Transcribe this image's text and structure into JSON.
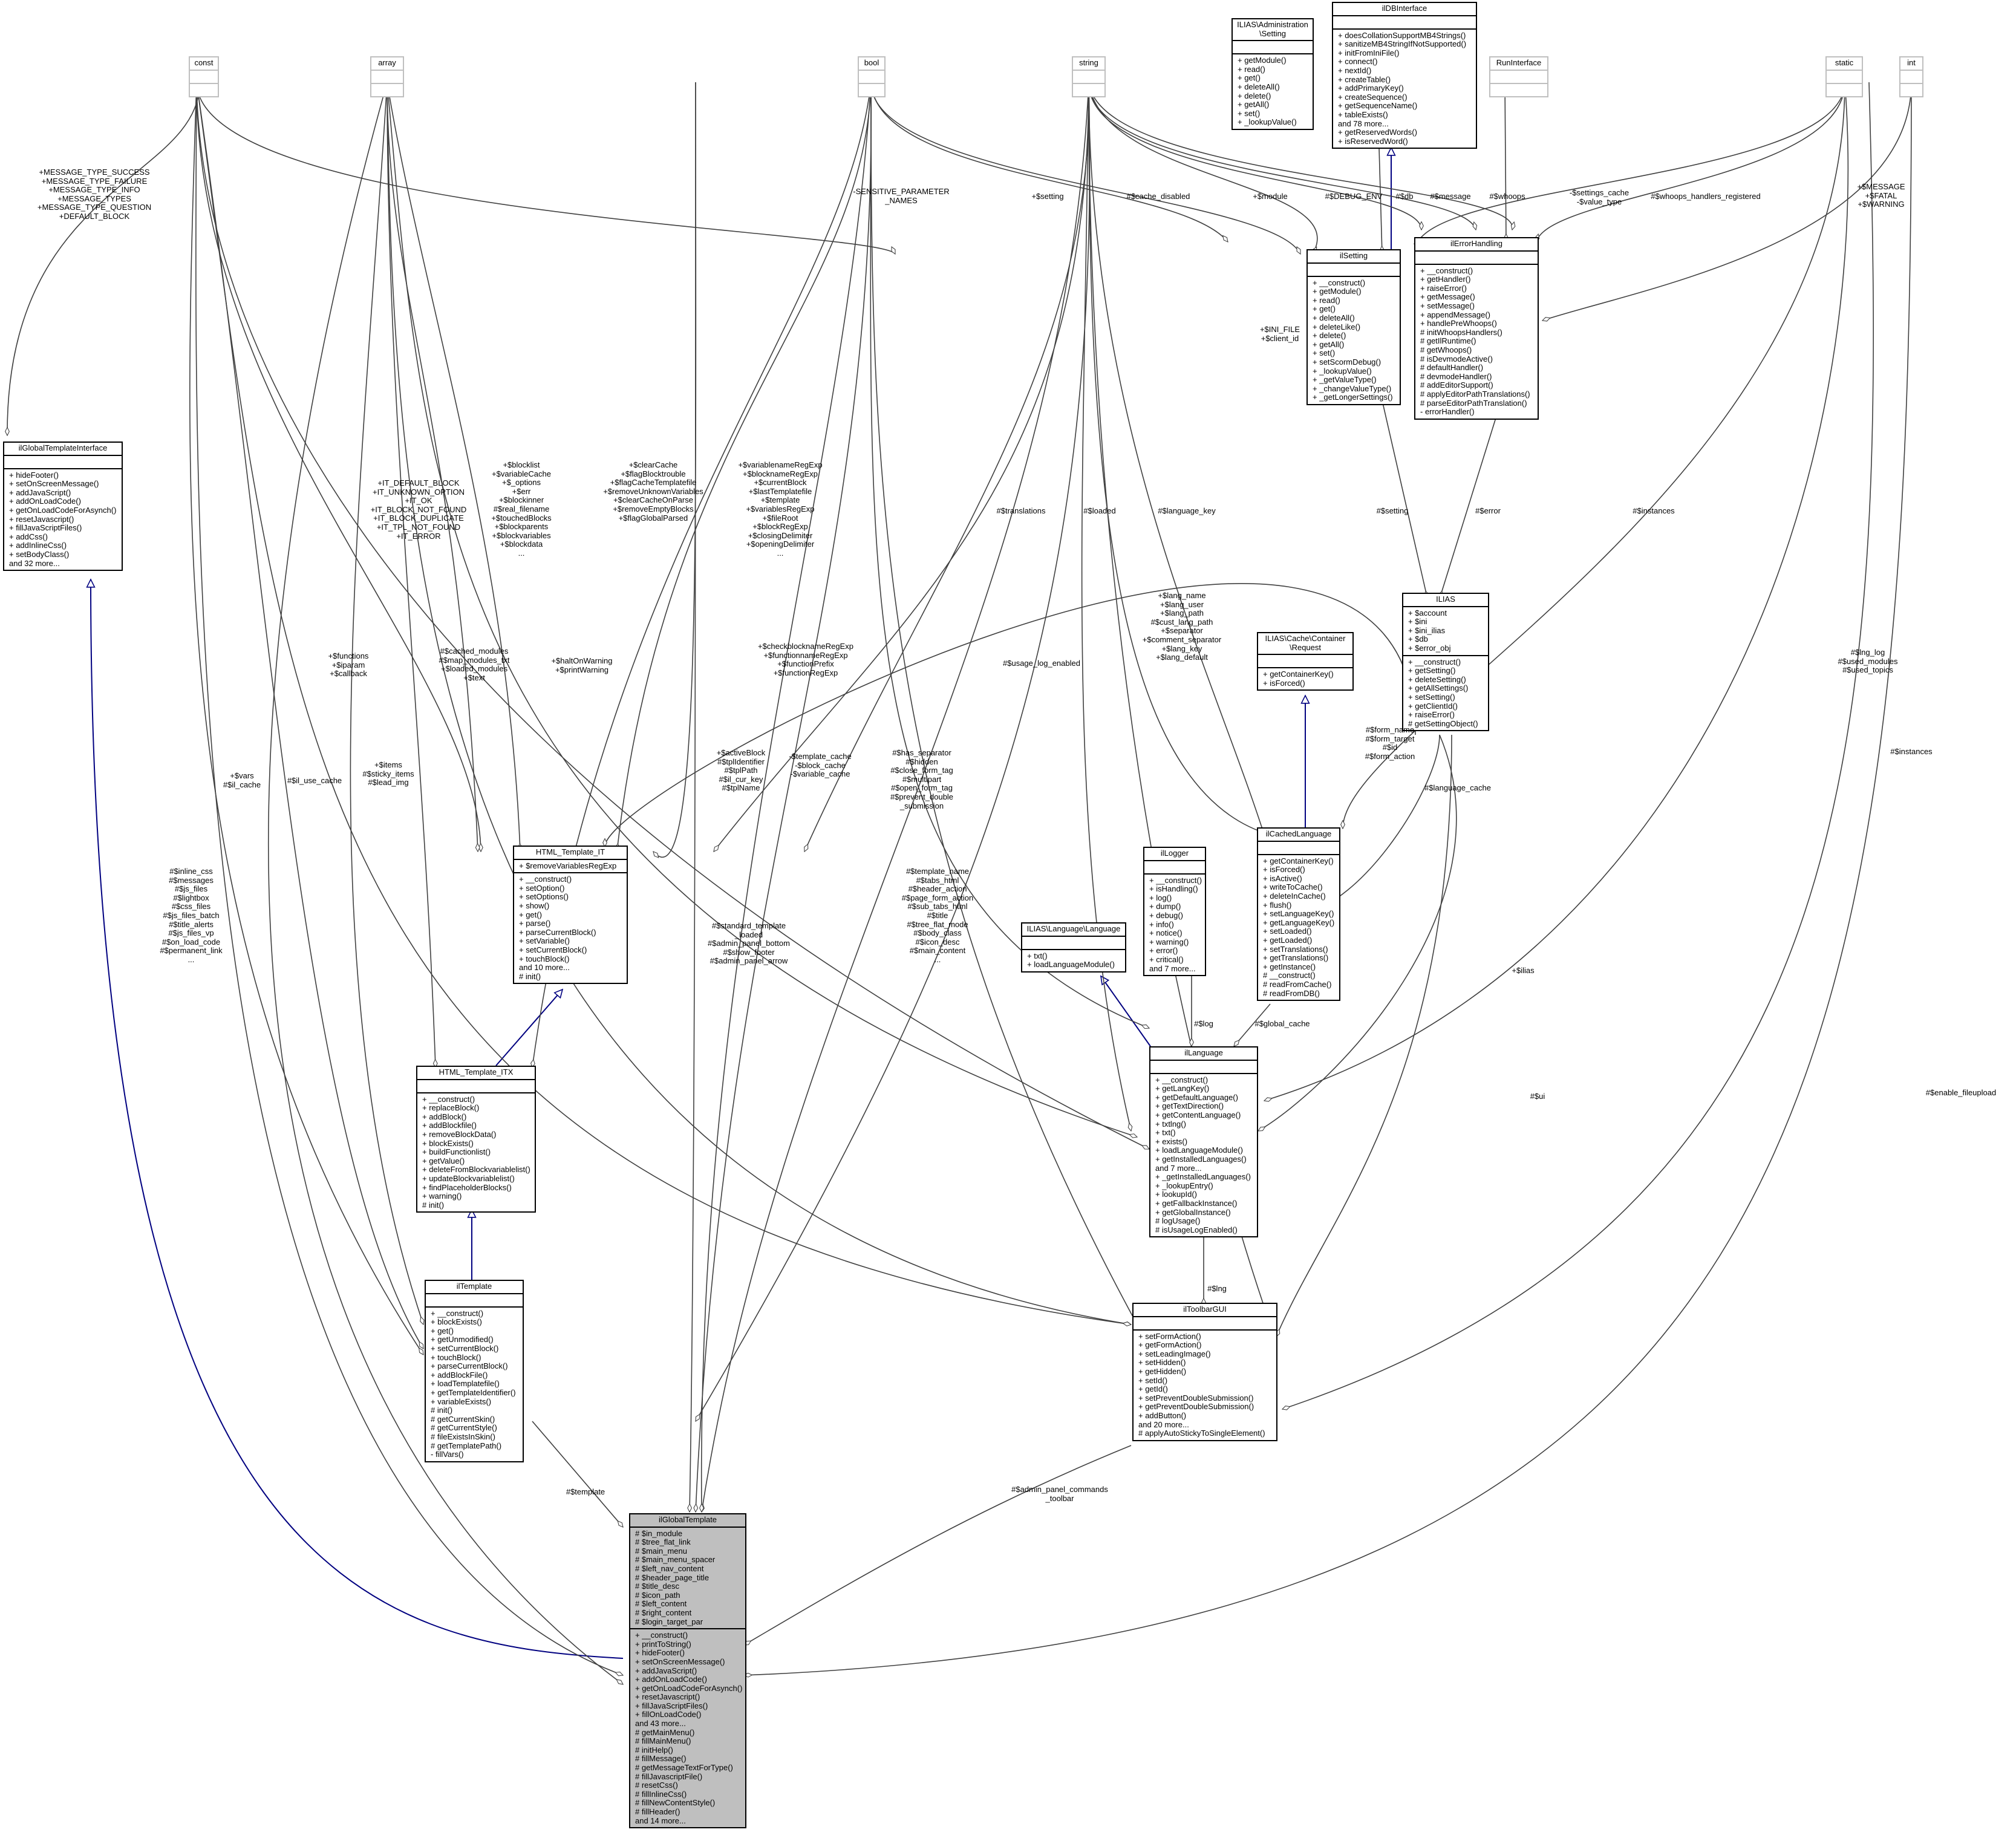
{
  "classes": {
    "ilGlobalTemplateInterface": {
      "title": "ilGlobalTemplateInterface",
      "attrs": [],
      "ops": [
        "+ hideFooter()",
        "+ setOnScreenMessage()",
        "+ addJavaScript()",
        "+ addOnLoadCode()",
        "+ getOnLoadCodeForAsynch()",
        "+ resetJavascript()",
        "+ fillJavaScriptFiles()",
        "+ addCss()",
        "+ addInlineCss()",
        "+ setBodyClass()",
        "and 32 more..."
      ]
    },
    "const": {
      "title": "const",
      "attrs": [],
      "ops": []
    },
    "array": {
      "title": "array",
      "attrs": [],
      "ops": []
    },
    "bool": {
      "title": "bool",
      "attrs": [],
      "ops": []
    },
    "string": {
      "title": "string",
      "attrs": [],
      "ops": []
    },
    "AdminSetting": {
      "title": "ILIAS\\Administration\n\\Setting",
      "attrs": [],
      "ops": [
        "+ getModule()",
        "+ read()",
        "+ get()",
        "+ deleteAll()",
        "+ delete()",
        "+ getAll()",
        "+ set()",
        "+ _lookupValue()"
      ]
    },
    "ilDBInterface": {
      "title": "ilDBInterface",
      "attrs": [],
      "ops": [
        "+ doesCollationSupportMB4Strings()",
        "+ sanitizeMB4StringIfNotSupported()",
        "+ initFromIniFile()",
        "+ connect()",
        "+ nextId()",
        "+ createTable()",
        "+ addPrimaryKey()",
        "+ createSequence()",
        "+ getSequenceName()",
        "+ tableExists()",
        "and 78 more...",
        "+ getReservedWords()",
        "+ isReservedWord()"
      ]
    },
    "RunInterface": {
      "title": "RunInterface",
      "attrs": [],
      "ops": []
    },
    "static": {
      "title": "static",
      "attrs": [],
      "ops": []
    },
    "int": {
      "title": "int",
      "attrs": [],
      "ops": []
    },
    "ilSetting": {
      "title": "ilSetting",
      "attrs": [],
      "ops": [
        "+ __construct()",
        "+ getModule()",
        "+ read()",
        "+ get()",
        "+ deleteAll()",
        "+ deleteLike()",
        "+ delete()",
        "+ getAll()",
        "+ set()",
        "+ setScormDebug()",
        "+ _lookupValue()",
        "+ _getValueType()",
        "+ _changeValueType()",
        "+ _getLongerSettings()"
      ]
    },
    "ilErrorHandling": {
      "title": "ilErrorHandling",
      "attrs": [],
      "ops": [
        "+ __construct()",
        "+ getHandler()",
        "+ raiseError()",
        "+ getMessage()",
        "+ setMessage()",
        "+ appendMessage()",
        "+ handlePreWhoops()",
        "# initWhoopsHandlers()",
        "# getIlRuntime()",
        "# getWhoops()",
        "# isDevmodeActive()",
        "# defaultHandler()",
        "# devmodeHandler()",
        "# addEditorSupport()",
        "# applyEditorPathTranslations()",
        "# parseEditorPathTranslation()",
        "- errorHandler()"
      ]
    },
    "ILIAS": {
      "title": "ILIAS",
      "attrs": [
        "+ $account",
        "+ $ini",
        "+ $ini_ilias",
        "+ $db",
        "+ $error_obj"
      ],
      "ops": [
        "+ __construct()",
        "+ getSetting()",
        "+ deleteSetting()",
        "+ getAllSettings()",
        "+ setSetting()",
        "+ getClientId()",
        "+ raiseError()",
        "# getSettingObject()"
      ]
    },
    "CacheRequest": {
      "title": "ILIAS\\Cache\\Container\n\\Request",
      "attrs": [],
      "ops": [
        "+ getContainerKey()",
        "+ isForced()"
      ]
    },
    "HTML_Template_IT": {
      "title": "HTML_Template_IT",
      "attrs": [
        "+ $removeVariablesRegExp"
      ],
      "ops": [
        "+ __construct()",
        "+ setOption()",
        "+ setOptions()",
        "+ show()",
        "+ get()",
        "+ parse()",
        "+ parseCurrentBlock()",
        "+ setVariable()",
        "+ setCurrentBlock()",
        "+ touchBlock()",
        "and 10 more...",
        "# init()"
      ]
    },
    "ilCachedLanguage": {
      "title": "ilCachedLanguage",
      "attrs": [],
      "ops": [
        "+ getContainerKey()",
        "+ isForced()",
        "+ isActive()",
        "+ writeToCache()",
        "+ deleteInCache()",
        "+ flush()",
        "+ setLanguageKey()",
        "+ getLanguageKey()",
        "+ setLoaded()",
        "+ getLoaded()",
        "+ setTranslations()",
        "+ getTranslations()",
        "+ getInstance()",
        "# __construct()",
        "# readFromCache()",
        "# readFromDB()"
      ]
    },
    "ilLogger": {
      "title": "ilLogger",
      "attrs": [],
      "ops": [
        "+ __construct()",
        "+ isHandling()",
        "+ log()",
        "+ dump()",
        "+ debug()",
        "+ info()",
        "+ notice()",
        "+ warning()",
        "+ error()",
        "+ critical()",
        "and 7 more..."
      ]
    },
    "LanguageIface": {
      "title": "ILIAS\\Language\\Language",
      "attrs": [],
      "ops": [
        "+ txt()",
        "+ loadLanguageModule()"
      ]
    },
    "HTML_Template_ITX": {
      "title": "HTML_Template_ITX",
      "attrs": [],
      "ops": [
        "+ __construct()",
        "+ replaceBlock()",
        "+ addBlock()",
        "+ addBlockfile()",
        "+ removeBlockData()",
        "+ blockExists()",
        "+ buildFunctionlist()",
        "+ getValue()",
        "+ deleteFromBlockvariablelist()",
        "+ updateBlockvariablelist()",
        "+ findPlaceholderBlocks()",
        "+ warning()",
        "# init()"
      ]
    },
    "ilLanguage": {
      "title": "ilLanguage",
      "attrs": [],
      "ops": [
        "+ __construct()",
        "+ getLangKey()",
        "+ getDefaultLanguage()",
        "+ getTextDirection()",
        "+ getContentLanguage()",
        "+ txtlng()",
        "+ txt()",
        "+ exists()",
        "+ loadLanguageModule()",
        "+ getInstalledLanguages()",
        "and 7 more...",
        "+ _getInstalledLanguages()",
        "+ _lookupEntry()",
        "+ lookupId()",
        "+ getFallbackInstance()",
        "+ getGlobalInstance()",
        "# logUsage()",
        "# isUsageLogEnabled()"
      ]
    },
    "ilTemplate": {
      "title": "ilTemplate",
      "attrs": [],
      "ops": [
        "+ __construct()",
        "+ blockExists()",
        "+ get()",
        "+ getUnmodified()",
        "+ setCurrentBlock()",
        "+ touchBlock()",
        "+ parseCurrentBlock()",
        "+ addBlockFile()",
        "+ loadTemplatefile()",
        "+ getTemplateIdentifier()",
        "+ variableExists()",
        "# init()",
        "# getCurrentSkin()",
        "# getCurrentStyle()",
        "# fileExistsInSkin()",
        "# getTemplatePath()",
        "- fillVars()"
      ]
    },
    "ilToolbarGUI": {
      "title": "ilToolbarGUI",
      "attrs": [],
      "ops": [
        "+ setFormAction()",
        "+ getFormAction()",
        "+ setLeadingImage()",
        "+ setHidden()",
        "+ getHidden()",
        "+ setId()",
        "+ getId()",
        "+ setPreventDoubleSubmission()",
        "+ getPreventDoubleSubmission()",
        "+ addButton()",
        "and 20 more...",
        "# applyAutoStickyToSingleElement()"
      ]
    },
    "ilGlobalTemplate": {
      "title": "ilGlobalTemplate",
      "attrs": [
        "# $in_module",
        "# $tree_flat_link",
        "# $main_menu",
        "# $main_menu_spacer",
        "# $left_nav_content",
        "# $header_page_title",
        "# $title_desc",
        "# $icon_path",
        "# $left_content",
        "# $right_content",
        "# $login_target_par"
      ],
      "ops": [
        "+ __construct()",
        "+ printToString()",
        "+ hideFooter()",
        "+ setOnScreenMessage()",
        "+ addJavaScript()",
        "+ addOnLoadCode()",
        "+ getOnLoadCodeForAsynch()",
        "+ resetJavascript()",
        "+ fillJavaScriptFiles()",
        "+ fillOnLoadCode()",
        "and 43 more...",
        "# getMainMenu()",
        "# fillMainMenu()",
        "# initHelp()",
        "# fillMessage()",
        "# getMessageTextForType()",
        "# fillJavascriptFile()",
        "# resetCss()",
        "# fillInlineCss()",
        "# fillNewContentStyle()",
        "# fillHeader()",
        "and 14 more..."
      ]
    }
  },
  "edge_labels": {
    "const_tpl_iface": "+MESSAGE_TYPE_SUCCESS\n+MESSAGE_TYPE_FAILURE\n+MESSAGE_TYPE_INFO\n+MESSAGE_TYPES\n+MESSAGE_TYPE_QUESTION\n+DEFAULT_BLOCK",
    "const_it": "+IT_DEFAULT_BLOCK\n+IT_UNKNOWN_OPTION\n+IT_OK\n+IT_BLOCK_NOT_FOUND\n+IT_BLOCK_DUPLICATE\n+IT_TPL_NOT_FOUND\n+IT_ERROR",
    "array_it": "+$blocklist\n+$variableCache\n+$_options\n+$err\n+$blockinner\n#$real_filename\n+$touchedBlocks\n+$blockparents\n+$blockvariables\n+$blockdata\n...",
    "bool_it": "+$clearCache\n+$flagBlocktrouble\n+$flagCacheTemplatefile\n+$removeUnknownVariables\n+$clearCacheOnParse\n+$removeEmptyBlocks\n+$flagGlobalParsed",
    "string_it": "+$variablenameRegExp\n+$blocknameRegExp\n+$currentBlock\n+$lastTemplatefile\n+$template\n+$variablesRegExp\n+$fileRoot\n+$blockRegExp\n+$closingDelimiter\n+$openingDelimiter\n...",
    "sensitive": "-SENSITIVE_PARAMETER\n_NAMES",
    "setting": "+$setting",
    "cache_disabled": "#$cache_disabled",
    "module": "+$module",
    "debug_env": "#$DEBUG_ENV",
    "db": "#$db",
    "message": "#$message",
    "whoops": "#$whoops",
    "settings_cache": "-$settings_cache\n-$value_type",
    "whoops_reg": "#$whoops_handlers_registered",
    "fatal": "+$MESSAGE\n+$FATAL\n+$WARNING",
    "ini_file": "+$INI_FILE\n+$client_id",
    "itx_functions": "+$functions\n+$iparam\n+$callback",
    "itx_cached": "#$cached_modules\n#$map_modules_txt\n+$loaded_modules\n+$text",
    "itx_halt": "+$haltOnWarning\n+$printWarning",
    "itx_check": "+$checkblocknameRegExp\n+$functionnameRegExp\n+$functionPrefix\n+$functionRegExp",
    "translations": "#$translations",
    "loaded": "#$loaded",
    "language_key": "#$language_key",
    "setting2": "#$setting",
    "error": "#$error",
    "instances1": "#$instances",
    "lang_fields": "+$lang_name\n+$lang_user\n+$lang_path\n#$cust_lang_path\n+$separator\n+$comment_separator\n+$lang_key\n+$lang_default",
    "usage_log": "#$usage_log_enabled",
    "lng_log": "#$lng_log\n#$used_modules\n#$used_topics",
    "instances2": "#$instances",
    "form_name": "#$form_name\n#$form_target\n#$id\n#$form_action",
    "language_cache": "#$language_cache",
    "active_block": "+$activeBlock\n#$tplIdentifier\n#$tplPath\n#$il_cur_key\n#$tplName",
    "template_cache": "-$template_cache\n-$block_cache\n-$variable_cache",
    "has_separator": "#$has_separator\n#$hidden\n#$close_form_tag\n#$multipart\n#$open_form_tag\n#$prevent_double\n_submission",
    "vars": "+$vars\n#$il_cache",
    "il_use_cache": "#$il_use_cache",
    "items": "+$items\n#$sticky_items\n#$lead_img",
    "inline_css": "#$inline_css\n#$messages\n#$js_files\n#$lightbox\n#$css_files\n#$js_files_batch\n#$title_alerts\n#$js_files_vp\n#$on_load_code\n#$permanent_link\n...",
    "standard_template": "#$standard_template\n_loaded\n#$admin_panel_bottom\n#$show_footer\n#$admin_panel_arrow",
    "template_name": "#$template_name\n#$tabs_html\n#$header_action\n#$page_form_action\n#$sub_tabs_html\n#$title\n#$tree_flat_mode\n#$body_class\n#$icon_desc\n#$main_content\n...",
    "ilias": "+$ilias",
    "log": "#$log",
    "global_cache": "#$global_cache",
    "lng": "#$lng",
    "ui": "#$ui",
    "template": "#$template",
    "admin_toolbar": "#$admin_panel_commands\n_toolbar",
    "enable_fileupload": "#$enable_fileupload"
  }
}
